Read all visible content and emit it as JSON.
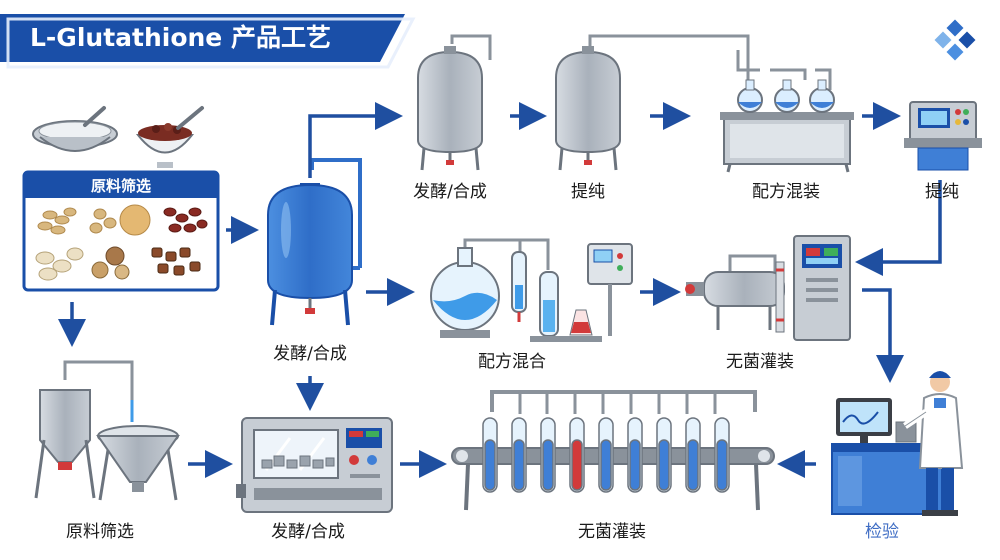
{
  "title": "L-Glutathione 产品工艺",
  "colors": {
    "brand_blue": "#1a4fa8",
    "arrow_blue": "#1f4fa0",
    "steel_gray": "#b9c0c8",
    "vessel_blue": "#3f7fd6",
    "liquid_blue": "#5ab2ef",
    "red_accent": "#d23a3a"
  },
  "steps": {
    "raw_panel_header": "原料筛选",
    "top_ferment": "发酵/合成",
    "top_purify_1": "提纯",
    "top_formulate": "配方混装",
    "top_purify_2": "提纯",
    "mid_ferment": "发酵/合成",
    "mid_mix": "配方混合",
    "mid_fill": "无菌灌装",
    "bottom_raw": "原料筛选",
    "bottom_ferment": "发酵/合成",
    "bottom_fill": "无菌灌装",
    "bottom_qc": "检验"
  },
  "icons": [
    "brand-logo-icon",
    "sieve-icon",
    "mortar-bowl-icon",
    "steel-tank-icon",
    "blue-reactor-icon",
    "flask-set-icon",
    "control-panel-icon",
    "heat-exchanger-icon",
    "hopper-icon",
    "drying-oven-icon",
    "test-tube-rack-icon",
    "lab-technician-icon"
  ]
}
